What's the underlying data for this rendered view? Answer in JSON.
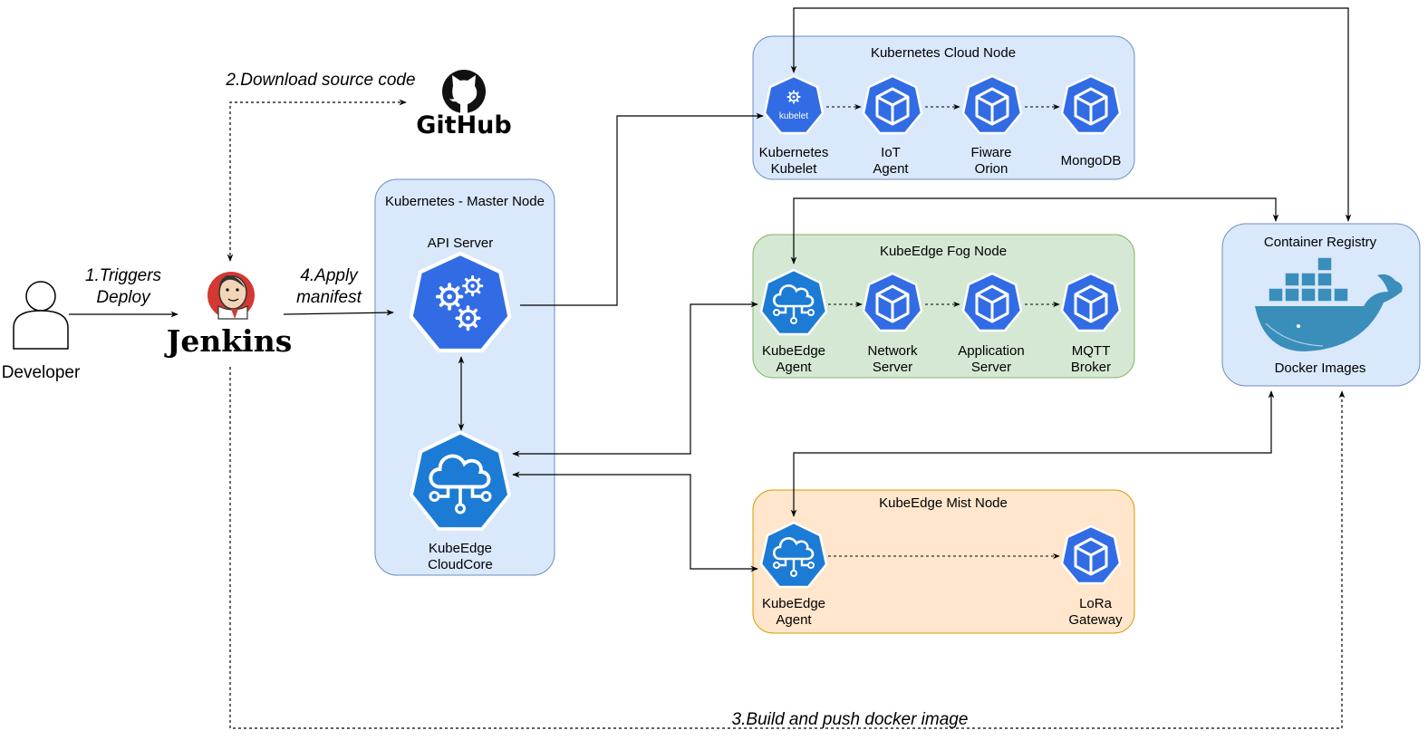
{
  "steps": {
    "triggers": [
      "1.Triggers",
      "Deploy"
    ],
    "download": "2.Download source code",
    "build": "3.Build and push docker image",
    "apply": [
      "4.Apply",
      "manifest"
    ]
  },
  "developer": {
    "label": "Developer"
  },
  "jenkins": {
    "label": "Jenkins"
  },
  "github": {
    "label": "GitHub"
  },
  "master": {
    "title": "Kubernetes - Master Node",
    "api_label": "API Server",
    "cloudcore_label": [
      "KubeEdge",
      "CloudCore"
    ]
  },
  "cloud_node": {
    "title": "Kubernetes Cloud Node",
    "kubelet_badge": "kubelet",
    "items": [
      [
        "Kubernetes",
        "Kubelet"
      ],
      [
        "IoT",
        "Agent"
      ],
      [
        "Fiware",
        "Orion"
      ],
      [
        "MongoDB"
      ]
    ]
  },
  "fog_node": {
    "title": "KubeEdge Fog Node",
    "items": [
      [
        "KubeEdge",
        "Agent"
      ],
      [
        "Network",
        "Server"
      ],
      [
        "Application",
        "Server"
      ],
      [
        "MQTT",
        "Broker"
      ]
    ]
  },
  "mist_node": {
    "title": "KubeEdge Mist Node",
    "items": [
      [
        "KubeEdge",
        "Agent"
      ],
      [
        "LoRa",
        "Gateway"
      ]
    ]
  },
  "registry": {
    "title": "Container Registry",
    "images_label": "Docker Images"
  },
  "colors": {
    "k8s_blue": "#326CE5",
    "edge_blue": "#1C7BD4",
    "master_fill": "#DAE8FC",
    "master_stroke": "#6C8EBF",
    "fog_fill": "#D5E8D4",
    "fog_stroke": "#82B366",
    "mist_fill": "#FFE6CC",
    "mist_stroke": "#D79B00",
    "docker_blue": "#3A8EBA",
    "jenkins_red": "#D33833"
  }
}
